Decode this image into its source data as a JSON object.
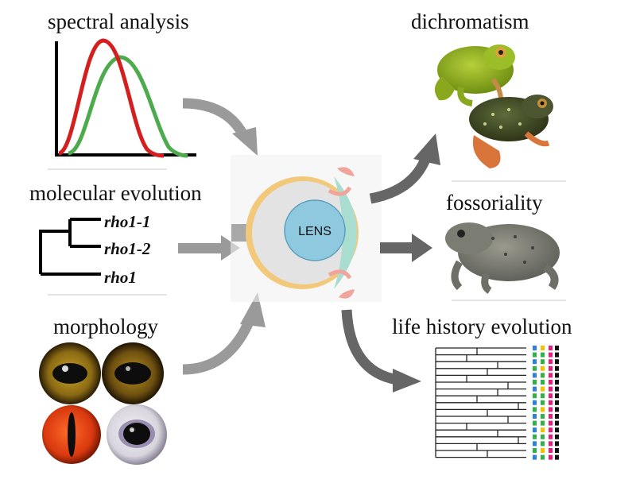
{
  "left_panels": {
    "spectral": {
      "title": "spectral analysis"
    },
    "molecular": {
      "title": "molecular evolution",
      "taxa": [
        "rho1-1",
        "rho1-2",
        "rho1"
      ]
    },
    "morphology": {
      "title": "morphology",
      "eyes": [
        "gold-horizontal-pupil",
        "bronze-horizontal-pupil",
        "red-vertical-pupil",
        "white-round-pupil"
      ]
    }
  },
  "center": {
    "lens_label": "LENS"
  },
  "right_panels": {
    "dichromatism": {
      "title": "dichromatism"
    },
    "fossoriality": {
      "title": "fossoriality"
    },
    "life_history": {
      "title": "life history evolution",
      "trait_colors": [
        "#f2c200",
        "#2f80d8",
        "#34b04a",
        "#e0207e",
        "#111111"
      ]
    }
  },
  "colors": {
    "red_curve": "#d41f1f",
    "green_curve": "#4daa4d",
    "arrow_light": "#9a9a9a",
    "arrow_dark": "#666666",
    "eye_outer": "#f2c97a",
    "eye_body": "#e3e3e3",
    "lens": "#8ec9e0",
    "cornea": "#a9ddd0"
  }
}
